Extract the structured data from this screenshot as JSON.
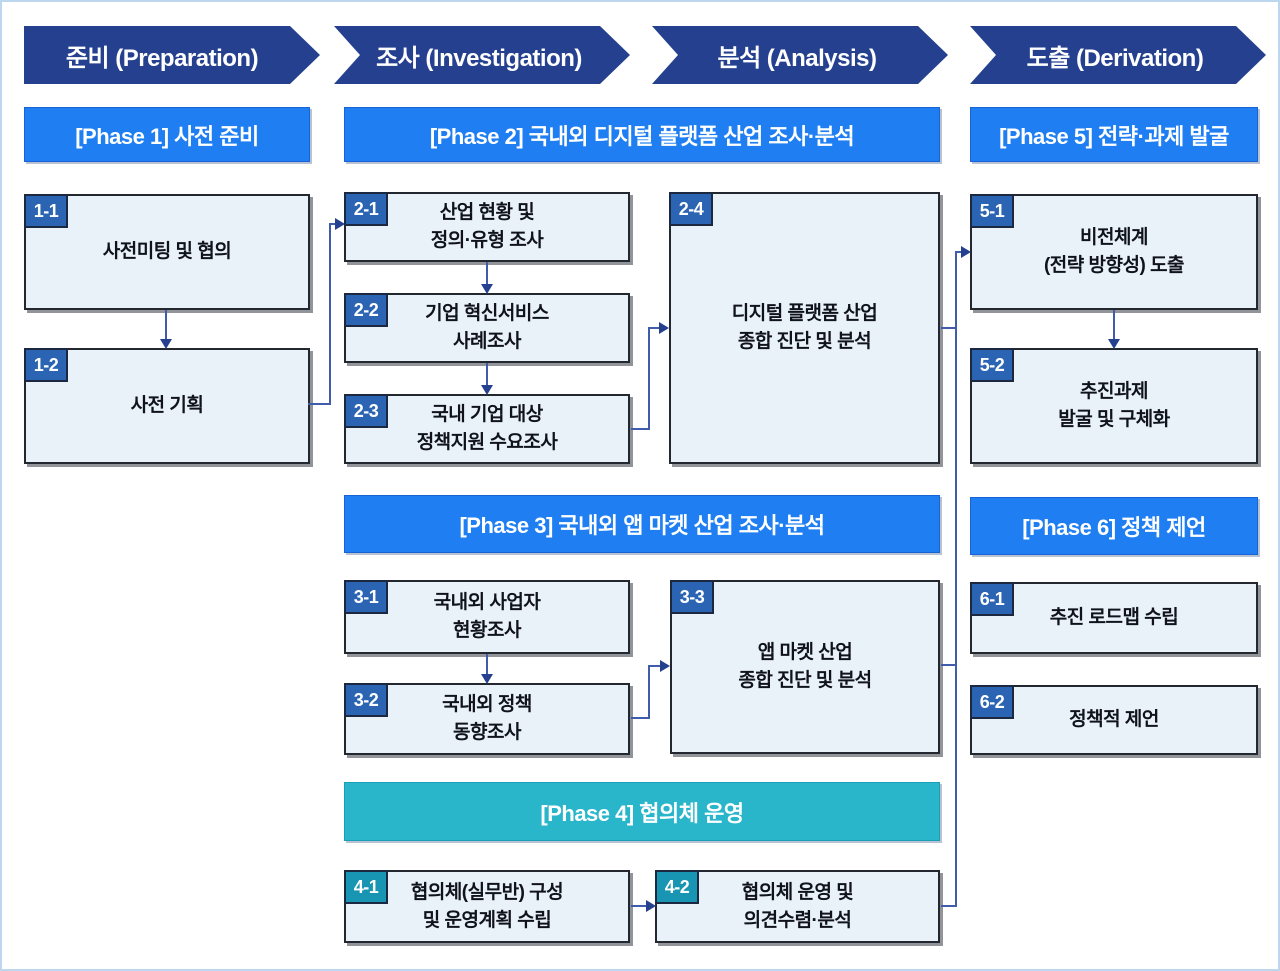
{
  "stages": [
    {
      "label": "준비 (Preparation)"
    },
    {
      "label": "조사 (Investigation)"
    },
    {
      "label": "분석 (Analysis)"
    },
    {
      "label": "도출 (Derivation)"
    }
  ],
  "phase_headers": {
    "p1": "[Phase 1] 사전 준비",
    "p2": "[Phase 2] 국내외 디지털 플랫폼 산업 조사·분석",
    "p3": "[Phase 3] 국내외 앱 마켓 산업 조사·분석",
    "p4": "[Phase 4] 협의체 운영",
    "p5": "[Phase 5] 전략·과제 발굴",
    "p6": "[Phase 6] 정책 제언"
  },
  "boxes": {
    "b1_1": {
      "tag": "1-1",
      "lines": [
        "사전미팅 및 협의"
      ]
    },
    "b1_2": {
      "tag": "1-2",
      "lines": [
        "사전 기획"
      ]
    },
    "b2_1": {
      "tag": "2-1",
      "lines": [
        "산업 현황 및",
        "정의·유형 조사"
      ]
    },
    "b2_2": {
      "tag": "2-2",
      "lines": [
        "기업 혁신서비스",
        "사례조사"
      ]
    },
    "b2_3": {
      "tag": "2-3",
      "lines": [
        "국내 기업 대상",
        "정책지원 수요조사"
      ]
    },
    "b2_4": {
      "tag": "2-4",
      "lines": [
        "디지털 플랫폼 산업",
        "종합 진단 및 분석"
      ]
    },
    "b3_1": {
      "tag": "3-1",
      "lines": [
        "국내외 사업자",
        "현황조사"
      ]
    },
    "b3_2": {
      "tag": "3-2",
      "lines": [
        "국내외 정책",
        "동향조사"
      ]
    },
    "b3_3": {
      "tag": "3-3",
      "lines": [
        "앱 마켓 산업",
        "종합 진단 및 분석"
      ]
    },
    "b4_1": {
      "tag": "4-1",
      "lines": [
        "협의체(실무반) 구성",
        "및 운영계획 수립"
      ]
    },
    "b4_2": {
      "tag": "4-2",
      "lines": [
        "협의체 운영 및",
        "의견수렴·분석"
      ]
    },
    "b5_1": {
      "tag": "5-1",
      "lines": [
        "비전체계",
        "(전략 방향성) 도출"
      ]
    },
    "b5_2": {
      "tag": "5-2",
      "lines": [
        "추진과제",
        "발굴 및 구체화"
      ]
    },
    "b6_1": {
      "tag": "6-1",
      "lines": [
        "추진 로드맵 수립"
      ]
    },
    "b6_2": {
      "tag": "6-2",
      "lines": [
        "정책적 제언"
      ]
    }
  },
  "colors": {
    "stage_chevron_navy": "#24408f",
    "phase_bar_blue": "#1f7ff2",
    "phase_bar_teal": "#29b6cb",
    "tag_blue": "#2b64b3",
    "tag_teal": "#1795b2",
    "box_fill": "#eaf2f9",
    "box_border": "#23272f",
    "connector_blue": "#3f5dab",
    "canvas_frame": "#bcd7ee"
  }
}
